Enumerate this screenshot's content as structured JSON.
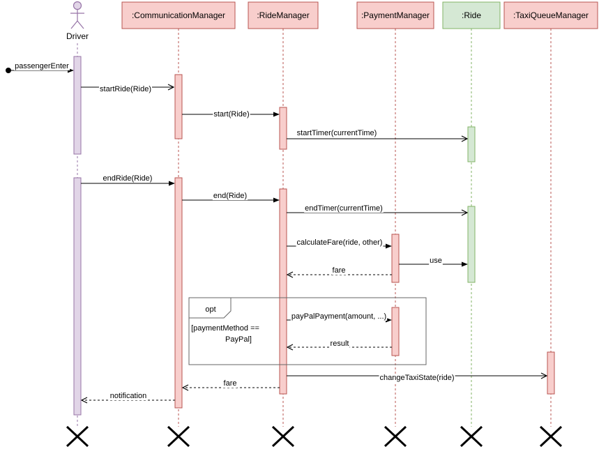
{
  "colors": {
    "red_fill": "#f8cecc",
    "red_stroke": "#b85450",
    "green_fill": "#d5e8d4",
    "green_stroke": "#82b366",
    "purple_fill": "#e1d5e7",
    "purple_stroke": "#9673a6",
    "line": "#000000",
    "frame_stroke": "#666666"
  },
  "actor": {
    "label": "Driver"
  },
  "participants": [
    {
      "id": "comm",
      "label": ":CommunicationManager",
      "color": "red"
    },
    {
      "id": "ridemgr",
      "label": ":RideManager",
      "color": "red"
    },
    {
      "id": "pay",
      "label": ":PaymentManager",
      "color": "red"
    },
    {
      "id": "ride",
      "label": ":Ride",
      "color": "green"
    },
    {
      "id": "taxi",
      "label": ":TaxiQueueManager",
      "color": "red"
    }
  ],
  "messages": [
    {
      "id": "m1",
      "label": "passengerEnter",
      "type": "found"
    },
    {
      "id": "m2",
      "label": "startRide(Ride)",
      "type": "sync"
    },
    {
      "id": "m3",
      "label": "start(Ride)",
      "type": "sync"
    },
    {
      "id": "m4",
      "label": "startTimer(currentTime)",
      "type": "sync"
    },
    {
      "id": "m5",
      "label": "endRide(Ride)",
      "type": "sync"
    },
    {
      "id": "m6",
      "label": "end(Ride)",
      "type": "sync"
    },
    {
      "id": "m7",
      "label": "endTimer(currentTime)",
      "type": "sync"
    },
    {
      "id": "m8",
      "label": "calculateFare(ride, other)",
      "type": "sync"
    },
    {
      "id": "m9",
      "label": "use",
      "type": "sync"
    },
    {
      "id": "m10",
      "label": "fare",
      "type": "return"
    },
    {
      "id": "m11",
      "label": "payPalPayment(amount, ...)",
      "type": "sync"
    },
    {
      "id": "m12",
      "label": "result",
      "type": "return"
    },
    {
      "id": "m13",
      "label": "changeTaxiState(ride)",
      "type": "sync"
    },
    {
      "id": "m14",
      "label": "fare",
      "type": "return"
    },
    {
      "id": "m15",
      "label": "notification",
      "type": "return"
    }
  ],
  "fragment": {
    "operator": "opt",
    "guard_line1": "[paymentMethod ==",
    "guard_line2": "PayPal]"
  }
}
